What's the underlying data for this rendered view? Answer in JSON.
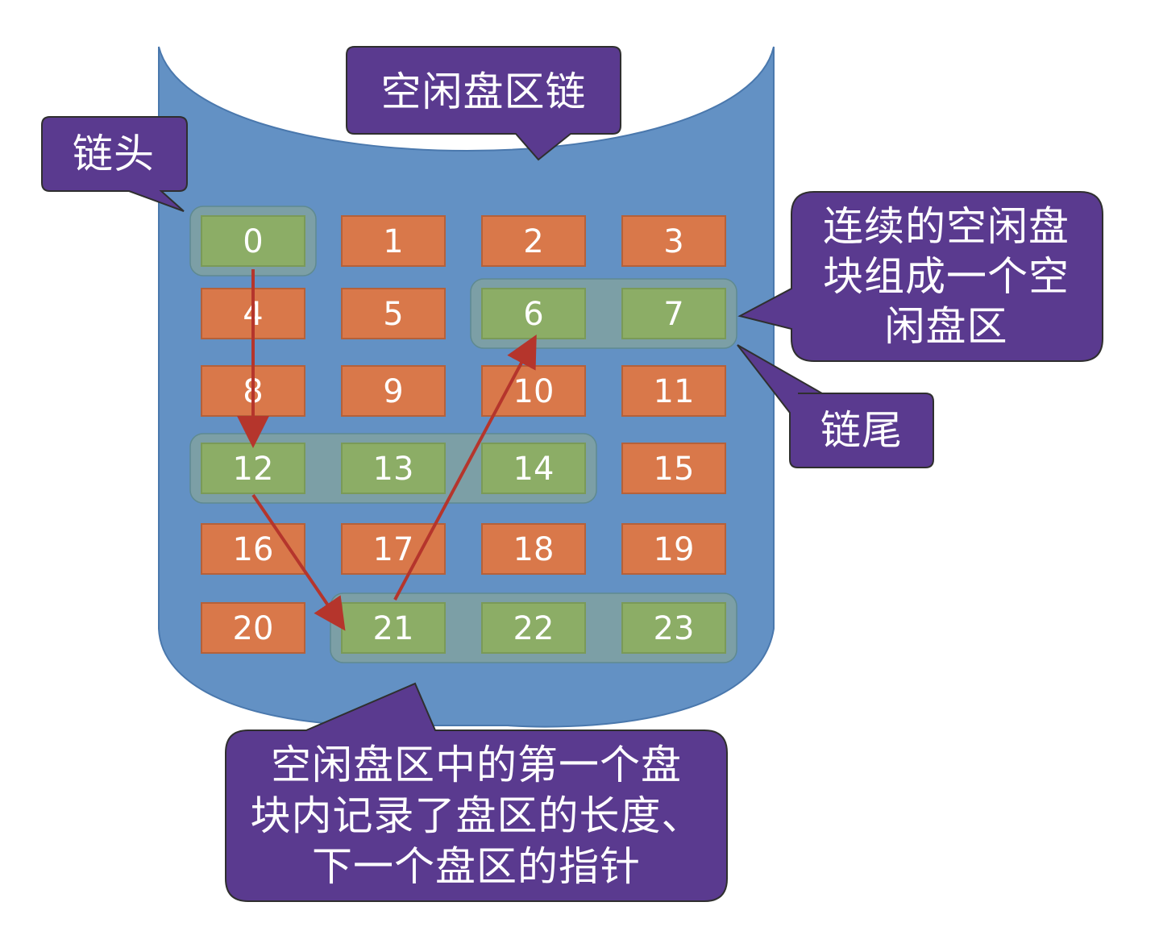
{
  "colors": {
    "disk_body": "#6391c4",
    "callout_fill": "#5a3a8f",
    "callout_stroke": "#2f2f2f",
    "block_used": "#d9784a",
    "block_free": "#8cad66",
    "group_fill": "#7c9fa6",
    "arrow": "#b5352c",
    "text": "#ffffff"
  },
  "labels": {
    "title": "空闲盘区链",
    "chain_head": "链头",
    "chain_tail": "链尾",
    "region_note": [
      "连续的空闲盘",
      "块组成一个空",
      "闲盘区"
    ],
    "bottom_note": [
      "空闲盘区中的第一个盘",
      "块内记录了盘区的长度、",
      "下一个盘区的指针"
    ]
  },
  "blocks": [
    {
      "id": "0",
      "free": true
    },
    {
      "id": "1",
      "free": false
    },
    {
      "id": "2",
      "free": false
    },
    {
      "id": "3",
      "free": false
    },
    {
      "id": "4",
      "free": false
    },
    {
      "id": "5",
      "free": false
    },
    {
      "id": "6",
      "free": true
    },
    {
      "id": "7",
      "free": true
    },
    {
      "id": "8",
      "free": false
    },
    {
      "id": "9",
      "free": false
    },
    {
      "id": "10",
      "free": false
    },
    {
      "id": "11",
      "free": false
    },
    {
      "id": "12",
      "free": true
    },
    {
      "id": "13",
      "free": true
    },
    {
      "id": "14",
      "free": true
    },
    {
      "id": "15",
      "free": false
    },
    {
      "id": "16",
      "free": false
    },
    {
      "id": "17",
      "free": false
    },
    {
      "id": "18",
      "free": false
    },
    {
      "id": "19",
      "free": false
    },
    {
      "id": "20",
      "free": false
    },
    {
      "id": "21",
      "free": true
    },
    {
      "id": "22",
      "free": true
    },
    {
      "id": "23",
      "free": true
    }
  ],
  "free_regions": [
    {
      "blocks": [
        "0"
      ]
    },
    {
      "blocks": [
        "12",
        "13",
        "14"
      ]
    },
    {
      "blocks": [
        "21",
        "22",
        "23"
      ]
    },
    {
      "blocks": [
        "6",
        "7"
      ]
    }
  ],
  "links": [
    {
      "from": "0",
      "to": "12"
    },
    {
      "from": "12",
      "to": "21"
    },
    {
      "from": "21",
      "to": "6"
    }
  ]
}
